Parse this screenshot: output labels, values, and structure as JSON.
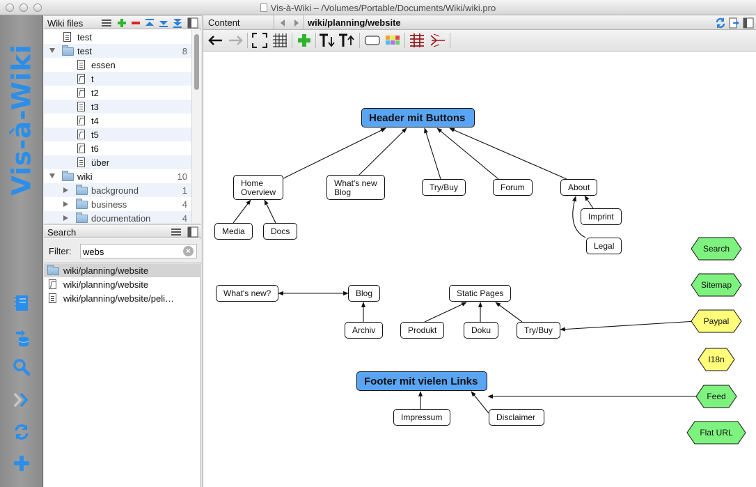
{
  "window": {
    "title": "Vis-à-Wiki – /Volumes/Portable/Documents/Wiki/wiki.pro"
  },
  "brand": {
    "name": "Vis-à-Wiki",
    "color": "#2b8ee8"
  },
  "sidebar_icons": [
    "notebook-icon",
    "database-import-icon",
    "search-icon",
    "forward-chevrons-icon",
    "refresh-icon",
    "add-icon"
  ],
  "wiki_files": {
    "title": "Wiki files",
    "rows": [
      {
        "label": "test",
        "type": "page",
        "count": ""
      },
      {
        "label": "test",
        "type": "folder",
        "expanded": true,
        "count": "8"
      },
      {
        "label": "essen",
        "type": "page",
        "count": ""
      },
      {
        "label": "t",
        "type": "graph",
        "count": ""
      },
      {
        "label": "t2",
        "type": "graph",
        "count": ""
      },
      {
        "label": "t3",
        "type": "page",
        "count": ""
      },
      {
        "label": "t4",
        "type": "graph",
        "count": ""
      },
      {
        "label": "t5",
        "type": "graph",
        "count": ""
      },
      {
        "label": "t6",
        "type": "graph",
        "count": ""
      },
      {
        "label": "über",
        "type": "page",
        "count": ""
      },
      {
        "label": "wiki",
        "type": "folder",
        "expanded": true,
        "count": "10"
      },
      {
        "label": "background",
        "type": "folder",
        "expanded": false,
        "count": "1"
      },
      {
        "label": "business",
        "type": "folder",
        "expanded": false,
        "count": "4"
      },
      {
        "label": "documentation",
        "type": "folder",
        "expanded": false,
        "count": "4"
      }
    ]
  },
  "search": {
    "title": "Search",
    "filter_label": "Filter:",
    "filter_value": "webs",
    "results": [
      {
        "label": "wiki/planning/website",
        "type": "folder"
      },
      {
        "label": "wiki/planning/website",
        "type": "graph"
      },
      {
        "label": "wiki/planning/website/peli…",
        "type": "page"
      }
    ]
  },
  "content": {
    "tab_label": "Content",
    "path": "wiki/planning/website"
  },
  "graph": {
    "nodes": {
      "header": "Header mit Buttons",
      "home": "Home\nOverview",
      "whatsnew_blog": "What's new\nBlog",
      "trybuy_top": "Try/Buy",
      "forum": "Forum",
      "about": "About",
      "media": "Media",
      "docs": "Docs",
      "imprint": "Imprint",
      "legal": "Legal",
      "whatsnew": "What's new?",
      "blog": "Blog",
      "archiv": "Archiv",
      "static": "Static Pages",
      "produkt": "Produkt",
      "doku": "Doku",
      "trybuy_bottom": "Try/Buy",
      "footer": "Footer mit vielen Links",
      "impressum": "Impressum",
      "disclaimer": "Disclaimer",
      "search": "Search",
      "sitemap": "Sitemap",
      "paypal": "Paypal",
      "i18n": "I18n",
      "feed": "Feed",
      "flaturl": "Flat URL"
    },
    "colors": {
      "big_node": "#5aa5f3",
      "hex_green": "#7ef27e",
      "hex_yellow": "#fefe7a",
      "edge": "#111111"
    }
  }
}
